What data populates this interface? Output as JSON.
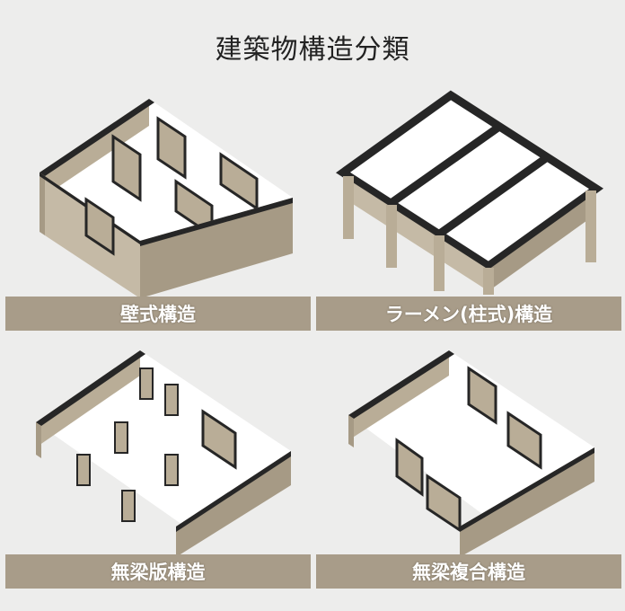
{
  "title": "建築物構造分類",
  "panels": [
    {
      "label": "壁式構造"
    },
    {
      "label": "ラーメン(柱式)構造"
    },
    {
      "label": "無梁版構造"
    },
    {
      "label": "無梁複合構造"
    }
  ],
  "colors": {
    "background": "#ededec",
    "label_band": "#a89c89",
    "wall_face": "#b9ad97",
    "wall_top": "#262626",
    "floor": "#ffffff"
  }
}
